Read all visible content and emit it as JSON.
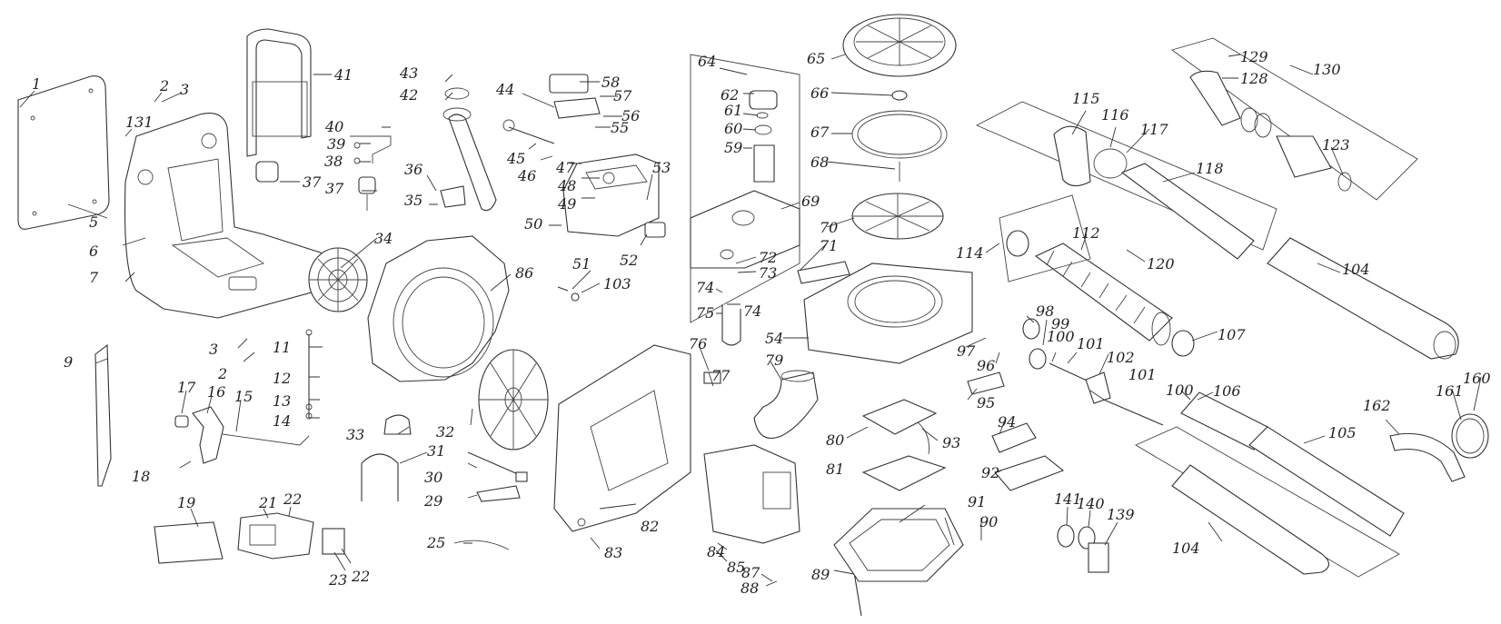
{
  "diagram": {
    "line_color": "#333333",
    "background": "#ffffff",
    "callouts": [
      {
        "id": "p1",
        "text": "1"
      },
      {
        "id": "p2a",
        "text": "2"
      },
      {
        "id": "p3a",
        "text": "3"
      },
      {
        "id": "p131",
        "text": "131"
      },
      {
        "id": "p5",
        "text": "5"
      },
      {
        "id": "p6",
        "text": "6"
      },
      {
        "id": "p7",
        "text": "7"
      },
      {
        "id": "p3b",
        "text": "3"
      },
      {
        "id": "p2b",
        "text": "2"
      },
      {
        "id": "p9",
        "text": "9"
      },
      {
        "id": "p41",
        "text": "41"
      },
      {
        "id": "p40",
        "text": "40"
      },
      {
        "id": "p39",
        "text": "39"
      },
      {
        "id": "p38",
        "text": "38"
      },
      {
        "id": "p37a",
        "text": "37"
      },
      {
        "id": "p37b",
        "text": "37"
      },
      {
        "id": "p34",
        "text": "34"
      },
      {
        "id": "p11",
        "text": "11"
      },
      {
        "id": "p12",
        "text": "12"
      },
      {
        "id": "p13",
        "text": "13"
      },
      {
        "id": "p14",
        "text": "14"
      },
      {
        "id": "p17",
        "text": "17"
      },
      {
        "id": "p16",
        "text": "16"
      },
      {
        "id": "p15",
        "text": "15"
      },
      {
        "id": "p18",
        "text": "18"
      },
      {
        "id": "p19",
        "text": "19"
      },
      {
        "id": "p21",
        "text": "21"
      },
      {
        "id": "p22a",
        "text": "22"
      },
      {
        "id": "p23",
        "text": "23"
      },
      {
        "id": "p22b",
        "text": "22"
      },
      {
        "id": "p43",
        "text": "43"
      },
      {
        "id": "p42",
        "text": "42"
      },
      {
        "id": "p36",
        "text": "36"
      },
      {
        "id": "p35",
        "text": "35"
      },
      {
        "id": "p86",
        "text": "86"
      },
      {
        "id": "p33",
        "text": "33"
      },
      {
        "id": "p32",
        "text": "32"
      },
      {
        "id": "p31",
        "text": "31"
      },
      {
        "id": "p30",
        "text": "30"
      },
      {
        "id": "p29",
        "text": "29"
      },
      {
        "id": "p25",
        "text": "25"
      },
      {
        "id": "p44",
        "text": "44"
      },
      {
        "id": "p58",
        "text": "58"
      },
      {
        "id": "p57",
        "text": "57"
      },
      {
        "id": "p56",
        "text": "56"
      },
      {
        "id": "p55",
        "text": "55"
      },
      {
        "id": "p45",
        "text": "45"
      },
      {
        "id": "p46",
        "text": "46"
      },
      {
        "id": "p47",
        "text": "47"
      },
      {
        "id": "p48",
        "text": "48"
      },
      {
        "id": "p49",
        "text": "49"
      },
      {
        "id": "p53",
        "text": "53"
      },
      {
        "id": "p50",
        "text": "50"
      },
      {
        "id": "p52",
        "text": "52"
      },
      {
        "id": "p51",
        "text": "51"
      },
      {
        "id": "p103",
        "text": "103"
      },
      {
        "id": "p64",
        "text": "64"
      },
      {
        "id": "p62",
        "text": "62"
      },
      {
        "id": "p61",
        "text": "61"
      },
      {
        "id": "p60",
        "text": "60"
      },
      {
        "id": "p59",
        "text": "59"
      },
      {
        "id": "p69",
        "text": "69"
      },
      {
        "id": "p72",
        "text": "72"
      },
      {
        "id": "p73",
        "text": "73"
      },
      {
        "id": "p74a",
        "text": "74"
      },
      {
        "id": "p75",
        "text": "75"
      },
      {
        "id": "p74b",
        "text": "74"
      },
      {
        "id": "p76",
        "text": "76"
      },
      {
        "id": "p77",
        "text": "77"
      },
      {
        "id": "p79",
        "text": "79"
      },
      {
        "id": "p82",
        "text": "82"
      },
      {
        "id": "p83",
        "text": "83"
      },
      {
        "id": "p84",
        "text": "84"
      },
      {
        "id": "p85",
        "text": "85"
      },
      {
        "id": "p87",
        "text": "87"
      },
      {
        "id": "p88",
        "text": "88"
      },
      {
        "id": "p89",
        "text": "89"
      },
      {
        "id": "p65",
        "text": "65"
      },
      {
        "id": "p66",
        "text": "66"
      },
      {
        "id": "p67",
        "text": "67"
      },
      {
        "id": "p68",
        "text": "68"
      },
      {
        "id": "p70",
        "text": "70"
      },
      {
        "id": "p71",
        "text": "71"
      },
      {
        "id": "p54",
        "text": "54"
      },
      {
        "id": "p80",
        "text": "80"
      },
      {
        "id": "p93",
        "text": "93"
      },
      {
        "id": "p95",
        "text": "95"
      },
      {
        "id": "p94",
        "text": "94"
      },
      {
        "id": "p81",
        "text": "81"
      },
      {
        "id": "p92",
        "text": "92"
      },
      {
        "id": "p91",
        "text": "91"
      },
      {
        "id": "p90",
        "text": "90"
      },
      {
        "id": "p114",
        "text": "114"
      },
      {
        "id": "p112",
        "text": "112"
      },
      {
        "id": "p120",
        "text": "120"
      },
      {
        "id": "p107",
        "text": "107"
      },
      {
        "id": "p98",
        "text": "98"
      },
      {
        "id": "p99",
        "text": "99"
      },
      {
        "id": "p97",
        "text": "97"
      },
      {
        "id": "p96",
        "text": "96"
      },
      {
        "id": "p100a",
        "text": "100"
      },
      {
        "id": "p101a",
        "text": "101"
      },
      {
        "id": "p102",
        "text": "102"
      },
      {
        "id": "p101b",
        "text": "101"
      },
      {
        "id": "p115",
        "text": "115"
      },
      {
        "id": "p116",
        "text": "116"
      },
      {
        "id": "p117",
        "text": "117"
      },
      {
        "id": "p118",
        "text": "118"
      },
      {
        "id": "p130",
        "text": "130"
      },
      {
        "id": "p129",
        "text": "129"
      },
      {
        "id": "p128",
        "text": "128"
      },
      {
        "id": "p123",
        "text": "123"
      },
      {
        "id": "p104a",
        "text": "104"
      },
      {
        "id": "p100b",
        "text": "100"
      },
      {
        "id": "p106",
        "text": "106"
      },
      {
        "id": "p105",
        "text": "105"
      },
      {
        "id": "p104b",
        "text": "104"
      },
      {
        "id": "p162",
        "text": "162"
      },
      {
        "id": "p161",
        "text": "161"
      },
      {
        "id": "p160",
        "text": "160"
      },
      {
        "id": "p141",
        "text": "141"
      },
      {
        "id": "p140",
        "text": "140"
      },
      {
        "id": "p139",
        "text": "139"
      }
    ]
  }
}
